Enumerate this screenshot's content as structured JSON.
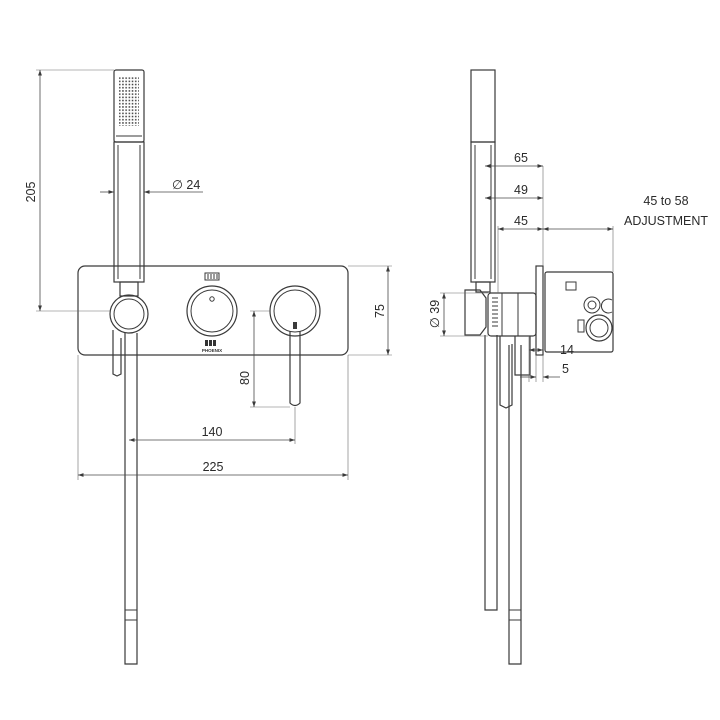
{
  "front_view": {
    "dim_height_total": "205",
    "dim_hose_diameter": "∅ 24",
    "dim_plate_height": "75",
    "dim_lever_drop": "80",
    "dim_outlet_to_lever": "140",
    "dim_plate_width": "225",
    "brand_mark": "PHOENIX"
  },
  "side_view": {
    "dim_depth_65": "65",
    "dim_depth_49": "49",
    "dim_depth_45": "45",
    "dim_adjust_range": "45 to 58",
    "dim_adjust_word": "ADJUSTMENT",
    "dim_outlet_diameter": "∅ 39",
    "dim_14": "14",
    "dim_5": "5"
  }
}
